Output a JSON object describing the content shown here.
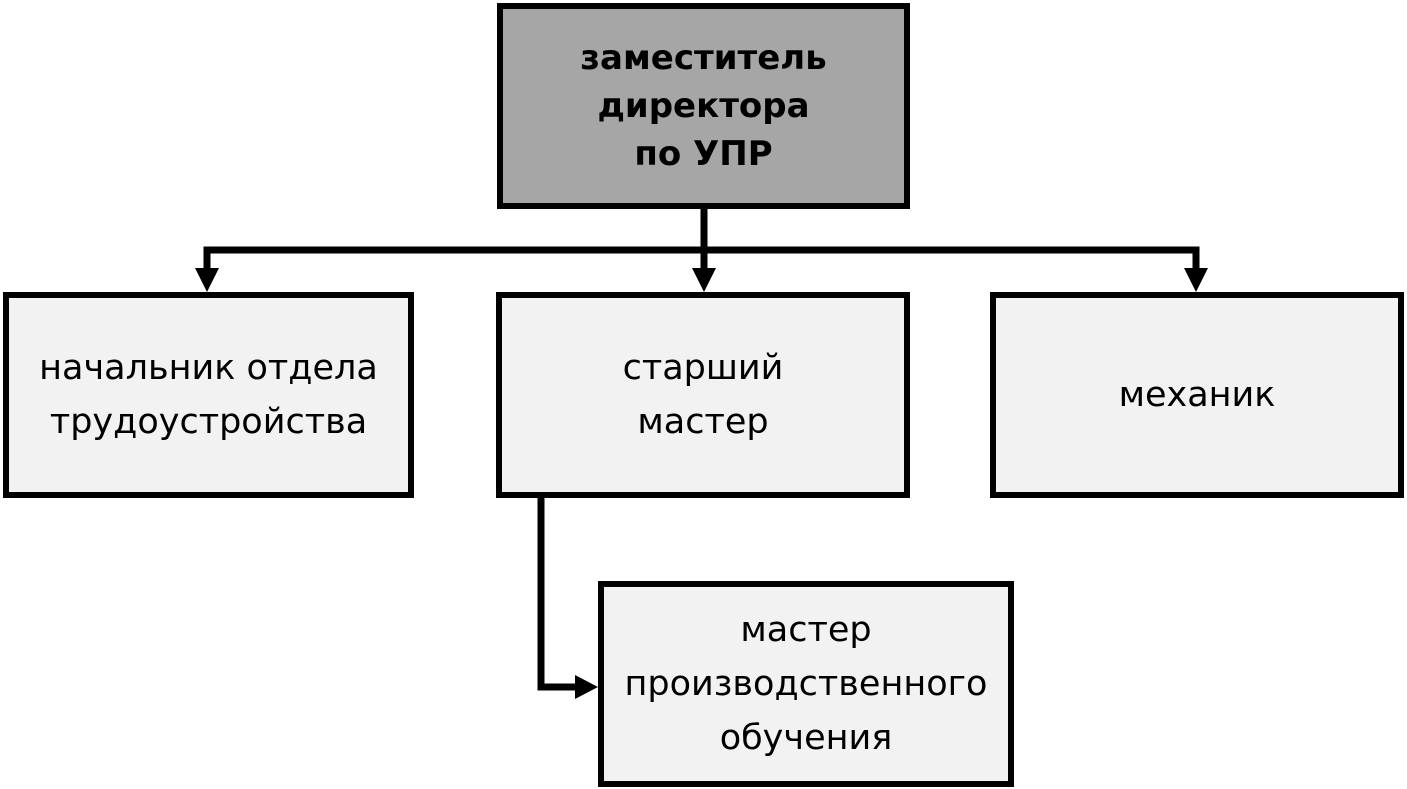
{
  "colors": {
    "root_fill": "#a6a6a6",
    "node_fill": "#f2f2f2",
    "border": "#000000",
    "connector": "#000000"
  },
  "nodes": {
    "root": {
      "lines": [
        "заместитель",
        "директора",
        "по УПР"
      ]
    },
    "head_of_employment": {
      "lines": [
        "начальник отдела",
        "трудоустройства"
      ]
    },
    "senior_master": {
      "lines": [
        "старший",
        "мастер"
      ]
    },
    "mechanic": {
      "lines": [
        "механик"
      ]
    },
    "production_master": {
      "lines": [
        "мастер",
        "производственного",
        "обучения"
      ]
    }
  }
}
